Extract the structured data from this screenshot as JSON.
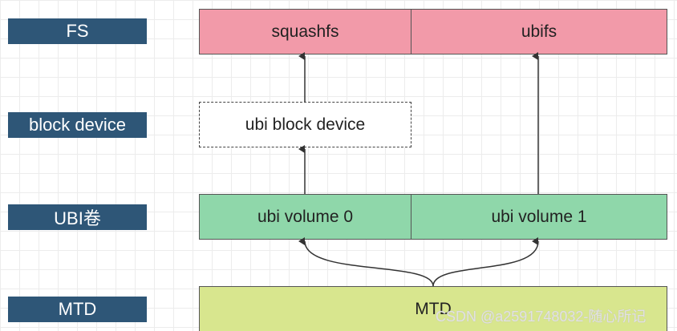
{
  "layers": {
    "fs": "FS",
    "block_device": "block device",
    "ubi": "UBI卷",
    "mtd": "MTD"
  },
  "boxes": {
    "squashfs": "squashfs",
    "ubifs": "ubifs",
    "ubi_block_device": "ubi block device",
    "ubi_volume_0": "ubi volume 0",
    "ubi_volume_1": "ubi volume 1",
    "mtd": "MTD"
  },
  "watermark": "CSDN @a2591748032-随心所记",
  "colors": {
    "layer_label_bg": "#2e5677",
    "fs_box": "#f29aa9",
    "ubi_box": "#8fd7aa",
    "mtd_box": "#d8e68e"
  }
}
